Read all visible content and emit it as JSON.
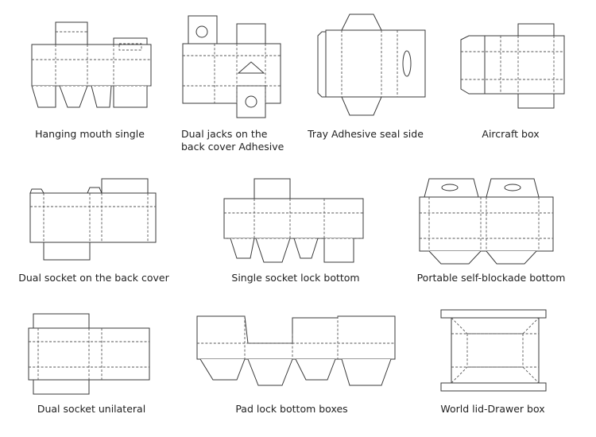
{
  "items": [
    {
      "label": "Hanging mouth single"
    },
    {
      "label": "Dual jacks on the",
      "label2": "back cover Adhesive"
    },
    {
      "label": "Tray Adhesive seal side"
    },
    {
      "label": "Aircraft box"
    },
    {
      "label": "Dual socket on the back cover"
    },
    {
      "label": "Single socket lock bottom"
    },
    {
      "label": "Portable self-blockade bottom"
    },
    {
      "label": "Dual socket unilateral"
    },
    {
      "label": "Pad lock bottom boxes"
    },
    {
      "label": "World lid-Drawer box"
    }
  ]
}
